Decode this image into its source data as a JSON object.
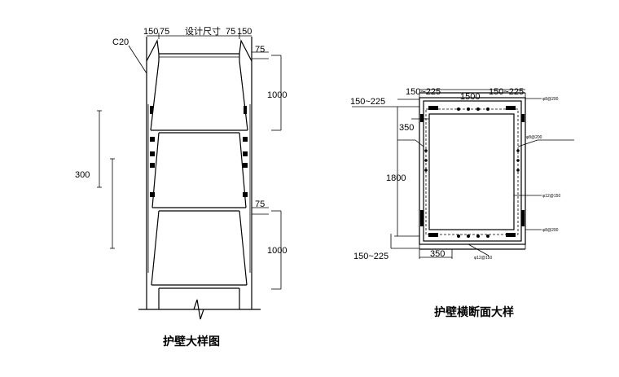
{
  "left_drawing": {
    "title": "护壁大样图",
    "label_concrete": "C20",
    "label_top_150_left": "150",
    "label_top_75_left": "75",
    "label_design_size": "设计尺寸",
    "label_top_75_right": "75",
    "label_top_150_right": "150",
    "label_offset_top": "75",
    "label_height_upper": "1000",
    "label_offset_mid": "75",
    "label_height_lower": "1000",
    "label_overlap": "300"
  },
  "right_drawing": {
    "title": "护壁横断面大样",
    "label_150_225_top_left": "150~225",
    "label_150_225_top_right": "150~225",
    "label_150_225_left": "150~225",
    "label_1500": "1500",
    "label_350_top": "350",
    "label_1800": "1800",
    "label_150_225_bottom_left": "150~225",
    "label_350_bottom": "350",
    "small_labels": [
      "φ8@200",
      "φ8@200",
      "φ12@150",
      "φ8@200",
      "φ12@150"
    ]
  }
}
